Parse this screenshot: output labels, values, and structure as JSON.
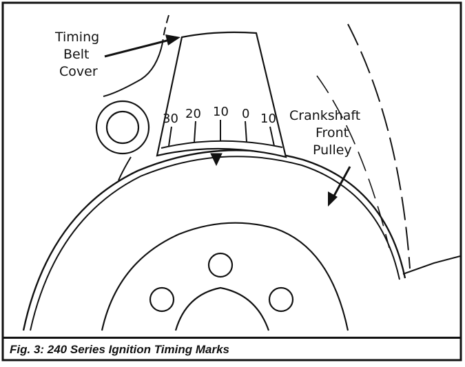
{
  "labels": {
    "timing_belt_cover": [
      "Timing",
      "Belt",
      "Cover"
    ],
    "crankshaft_pulley": [
      "Crankshaft",
      "Front",
      "Pulley"
    ]
  },
  "scale": {
    "marks": [
      "30",
      "20",
      "10",
      "0",
      "10"
    ]
  },
  "caption": "Fig. 3: 240 Series Ignition Timing Marks",
  "colors": {
    "line": "#111111",
    "background": "#ffffff"
  }
}
